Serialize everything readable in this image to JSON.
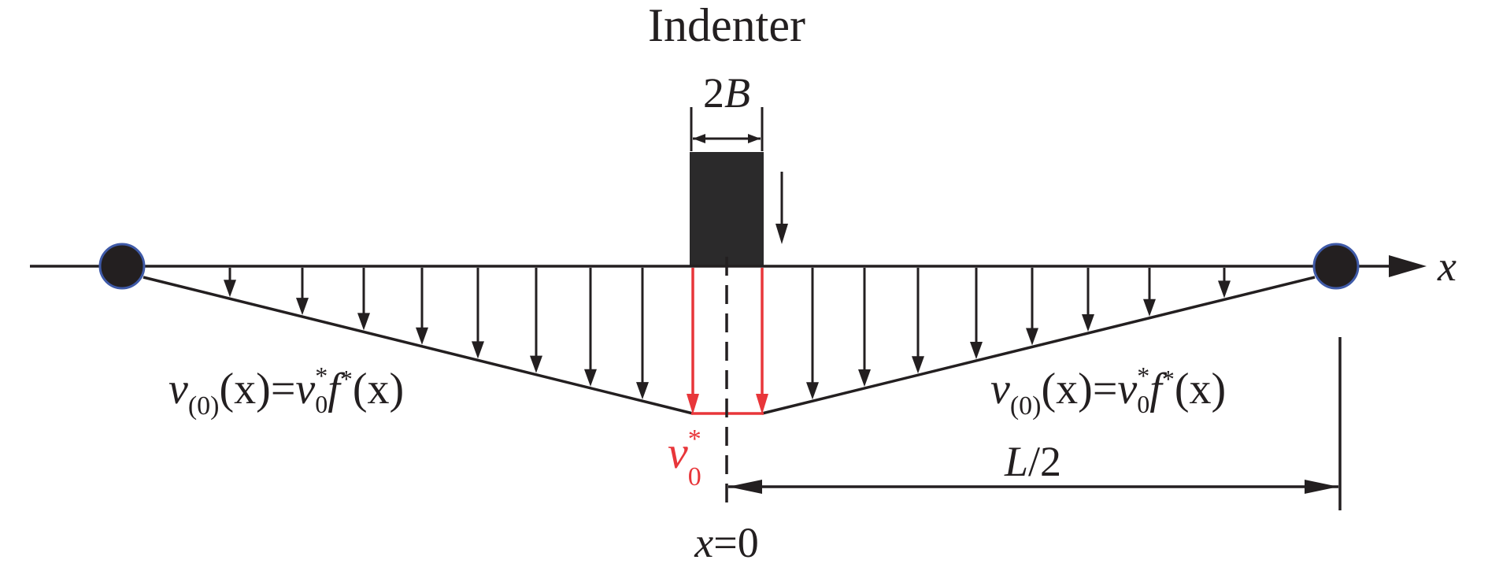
{
  "title": "Indenter",
  "indenter_width_label": {
    "prefix": "2",
    "var": "B"
  },
  "axis_label": "x",
  "origin_label": {
    "var": "x",
    "rest": "=0"
  },
  "half_span_label": {
    "var": "L",
    "rest": "/2"
  },
  "peak_label": {
    "var": "v",
    "sup": "*",
    "sub": "0"
  },
  "profile_left": {
    "v": "v",
    "sub1": "(0)",
    "arg1": "(x)",
    "eq": "=",
    "v2": "v",
    "sup2": "*",
    "sub2": "0",
    "f": "f",
    "sup3": "*",
    "arg2": "(x)"
  },
  "profile_right": {
    "v": "v",
    "sub1": "(0)",
    "arg1": "(x)",
    "eq": "=",
    "v2": "v",
    "sup2": "*",
    "sub2": "0",
    "f": "f",
    "sup3": "*",
    "arg2": "(x)"
  },
  "colors": {
    "ink": "#231f20",
    "highlight": "#e8363a",
    "support_fill": "#231f20",
    "support_stroke": "#3f5aa8"
  }
}
